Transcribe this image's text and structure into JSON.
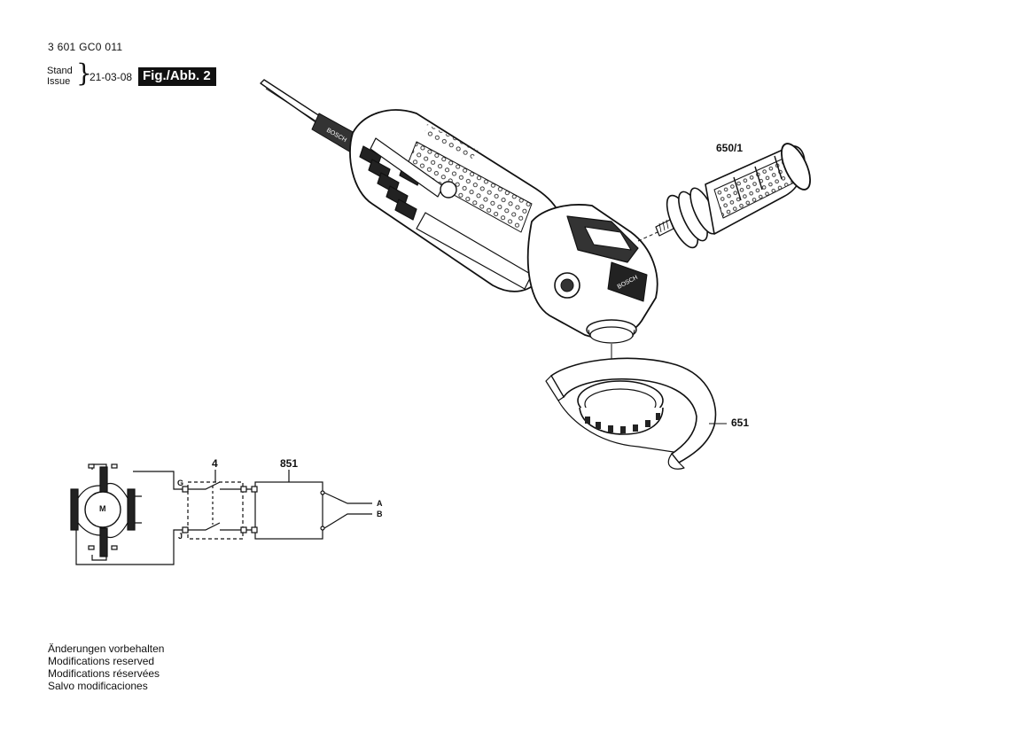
{
  "header": {
    "part_number": "3 601 GC0 011",
    "stand_label": "Stand",
    "issue_label": "Issue",
    "brace": "}",
    "date": "21-03-08",
    "figure_label": "Fig./Abb. 2"
  },
  "parts": {
    "handle": "650/1",
    "guard": "651",
    "switch": "4",
    "module": "851"
  },
  "wiring": {
    "motor": "M",
    "terminal_g": "G",
    "terminal_j": "J",
    "terminal_a": "A",
    "terminal_b": "B"
  },
  "footer": {
    "lines": [
      "Änderungen vorbehalten",
      "Modifications reserved",
      "Modifications réservées",
      "Salvo modificaciones"
    ]
  }
}
